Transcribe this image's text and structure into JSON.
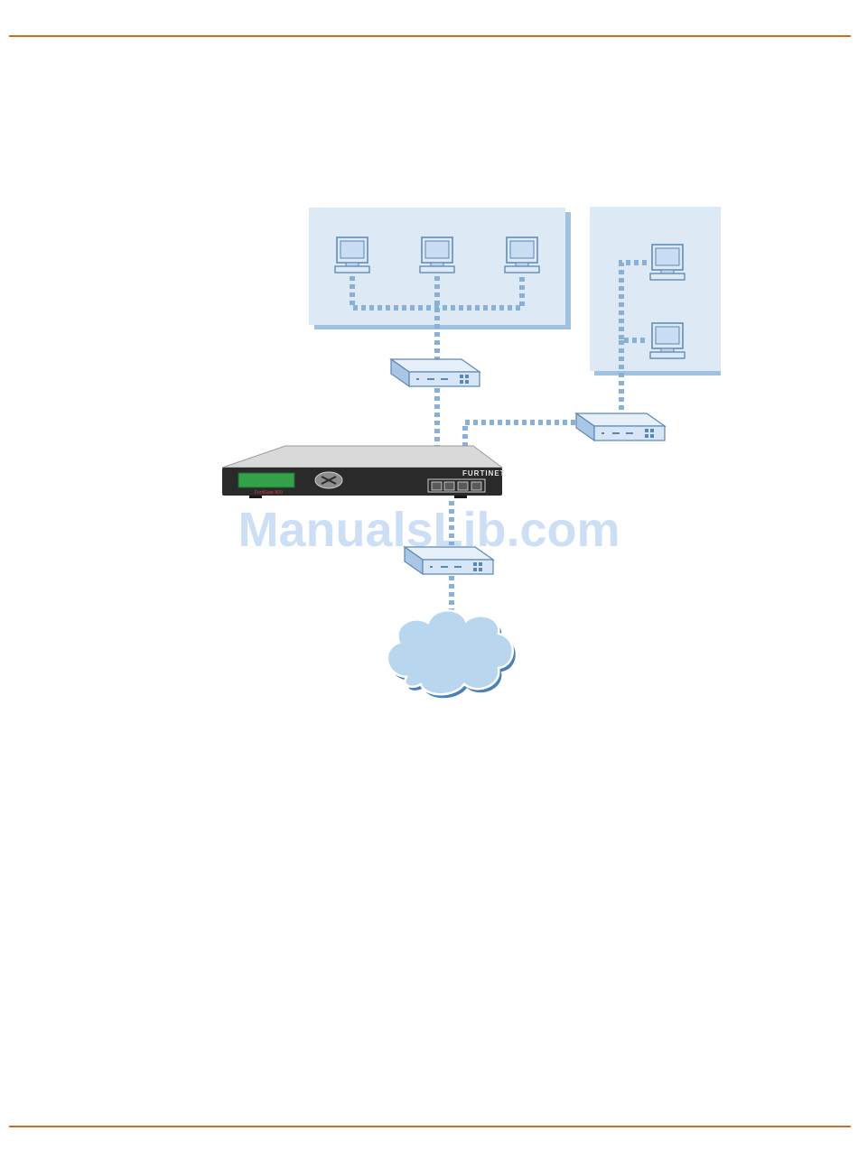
{
  "figure": {
    "firewall": {
      "brand": "FURTINET",
      "model": "FortiGate-800"
    },
    "watermark": "ManualsLib.com",
    "colors": {
      "rule": "#c8721e",
      "zone_fill": "#dde9f4",
      "zone_shadow": "#9fc1e2",
      "link": "#89b1d8",
      "device_face": "#d6e6f6",
      "device_edge": "#5b86b5",
      "cloud_fill": "#b8d6ee",
      "cloud_edge": "#4a80b8",
      "chassis": "#2a2a2a"
    }
  }
}
